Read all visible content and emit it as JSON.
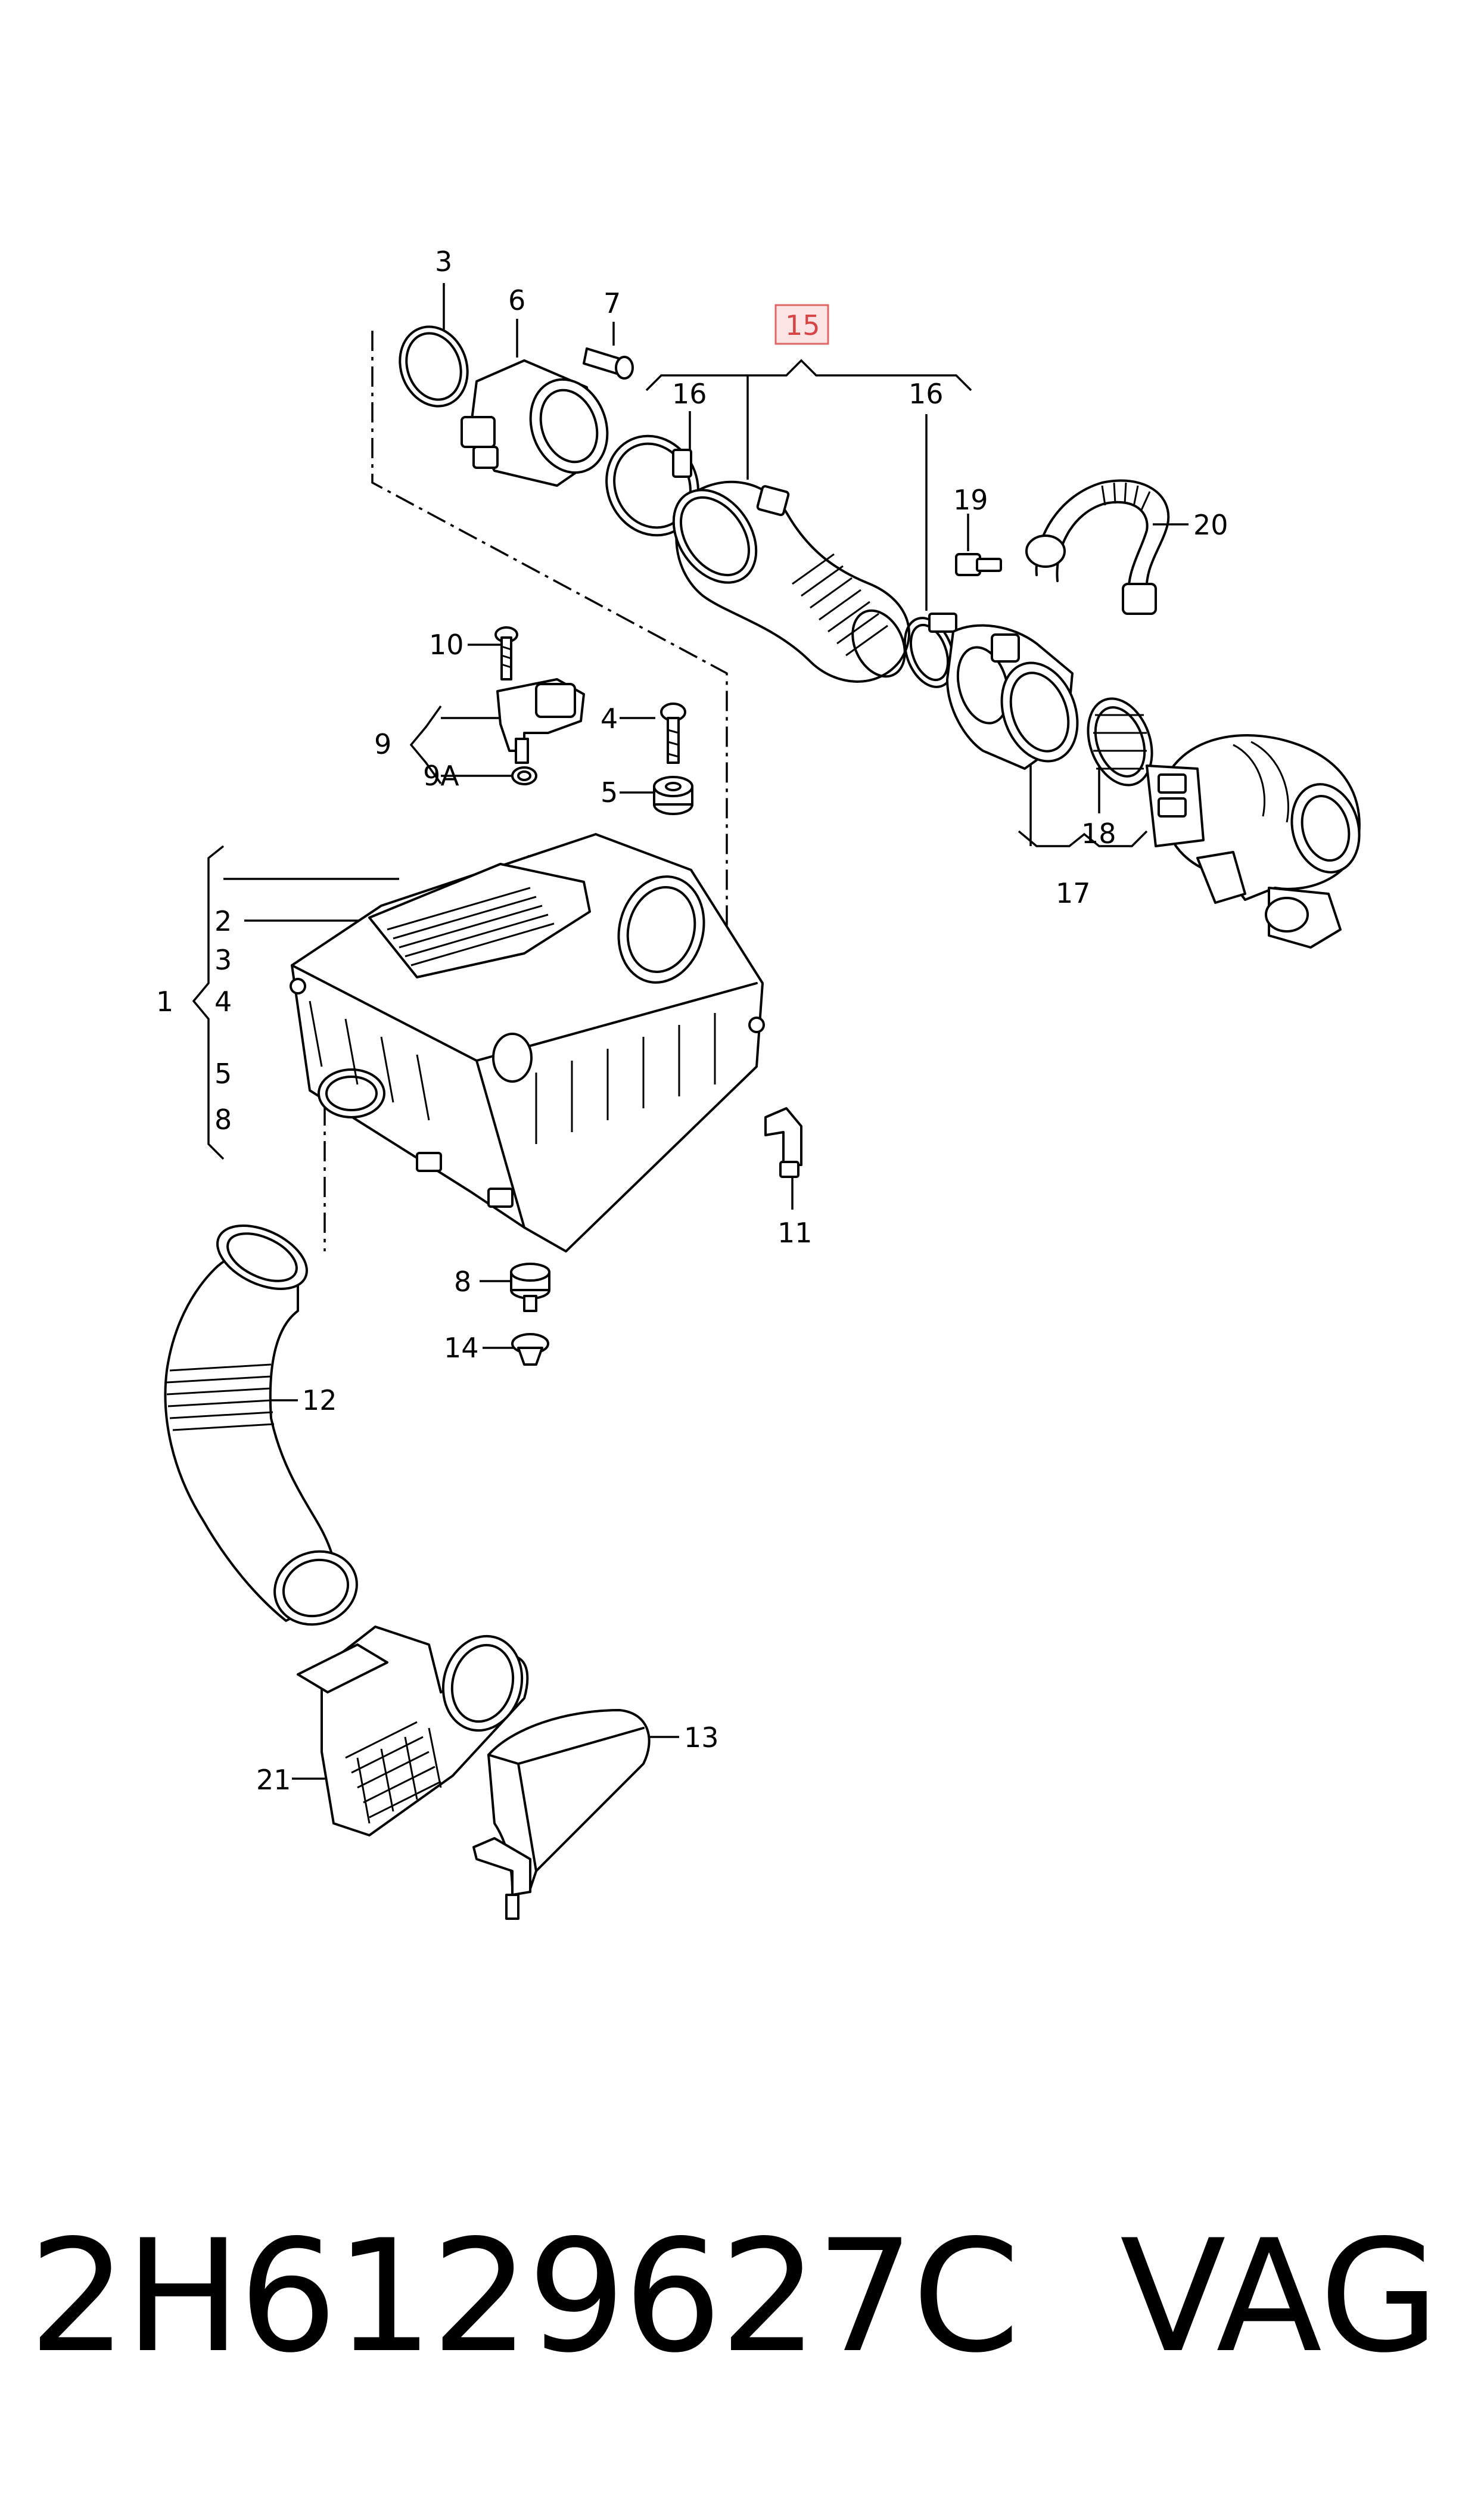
{
  "callouts": {
    "c3_top": "3",
    "c6": "6",
    "c7": "7",
    "c15": "15",
    "c16_left": "16",
    "c16_right": "16",
    "c19": "19",
    "c20": "20",
    "c10": "10",
    "c9": "9",
    "c9a": "9A",
    "c4_right": "4",
    "c5_right": "5",
    "c18": "18",
    "c17": "17",
    "c1": "1",
    "c2": "2",
    "c3_left": "3",
    "c4_left": "4",
    "c5_left": "5",
    "c8_left": "8",
    "c11": "11",
    "c8_bottom": "8",
    "c14": "14",
    "c12": "12",
    "c13": "13",
    "c21": "21"
  },
  "highlight": {
    "fill": "#fde4e4",
    "stroke": "#e06666",
    "text": "#d64545"
  },
  "footer": {
    "part_number": "2H6129627C",
    "brand": "VAG"
  }
}
